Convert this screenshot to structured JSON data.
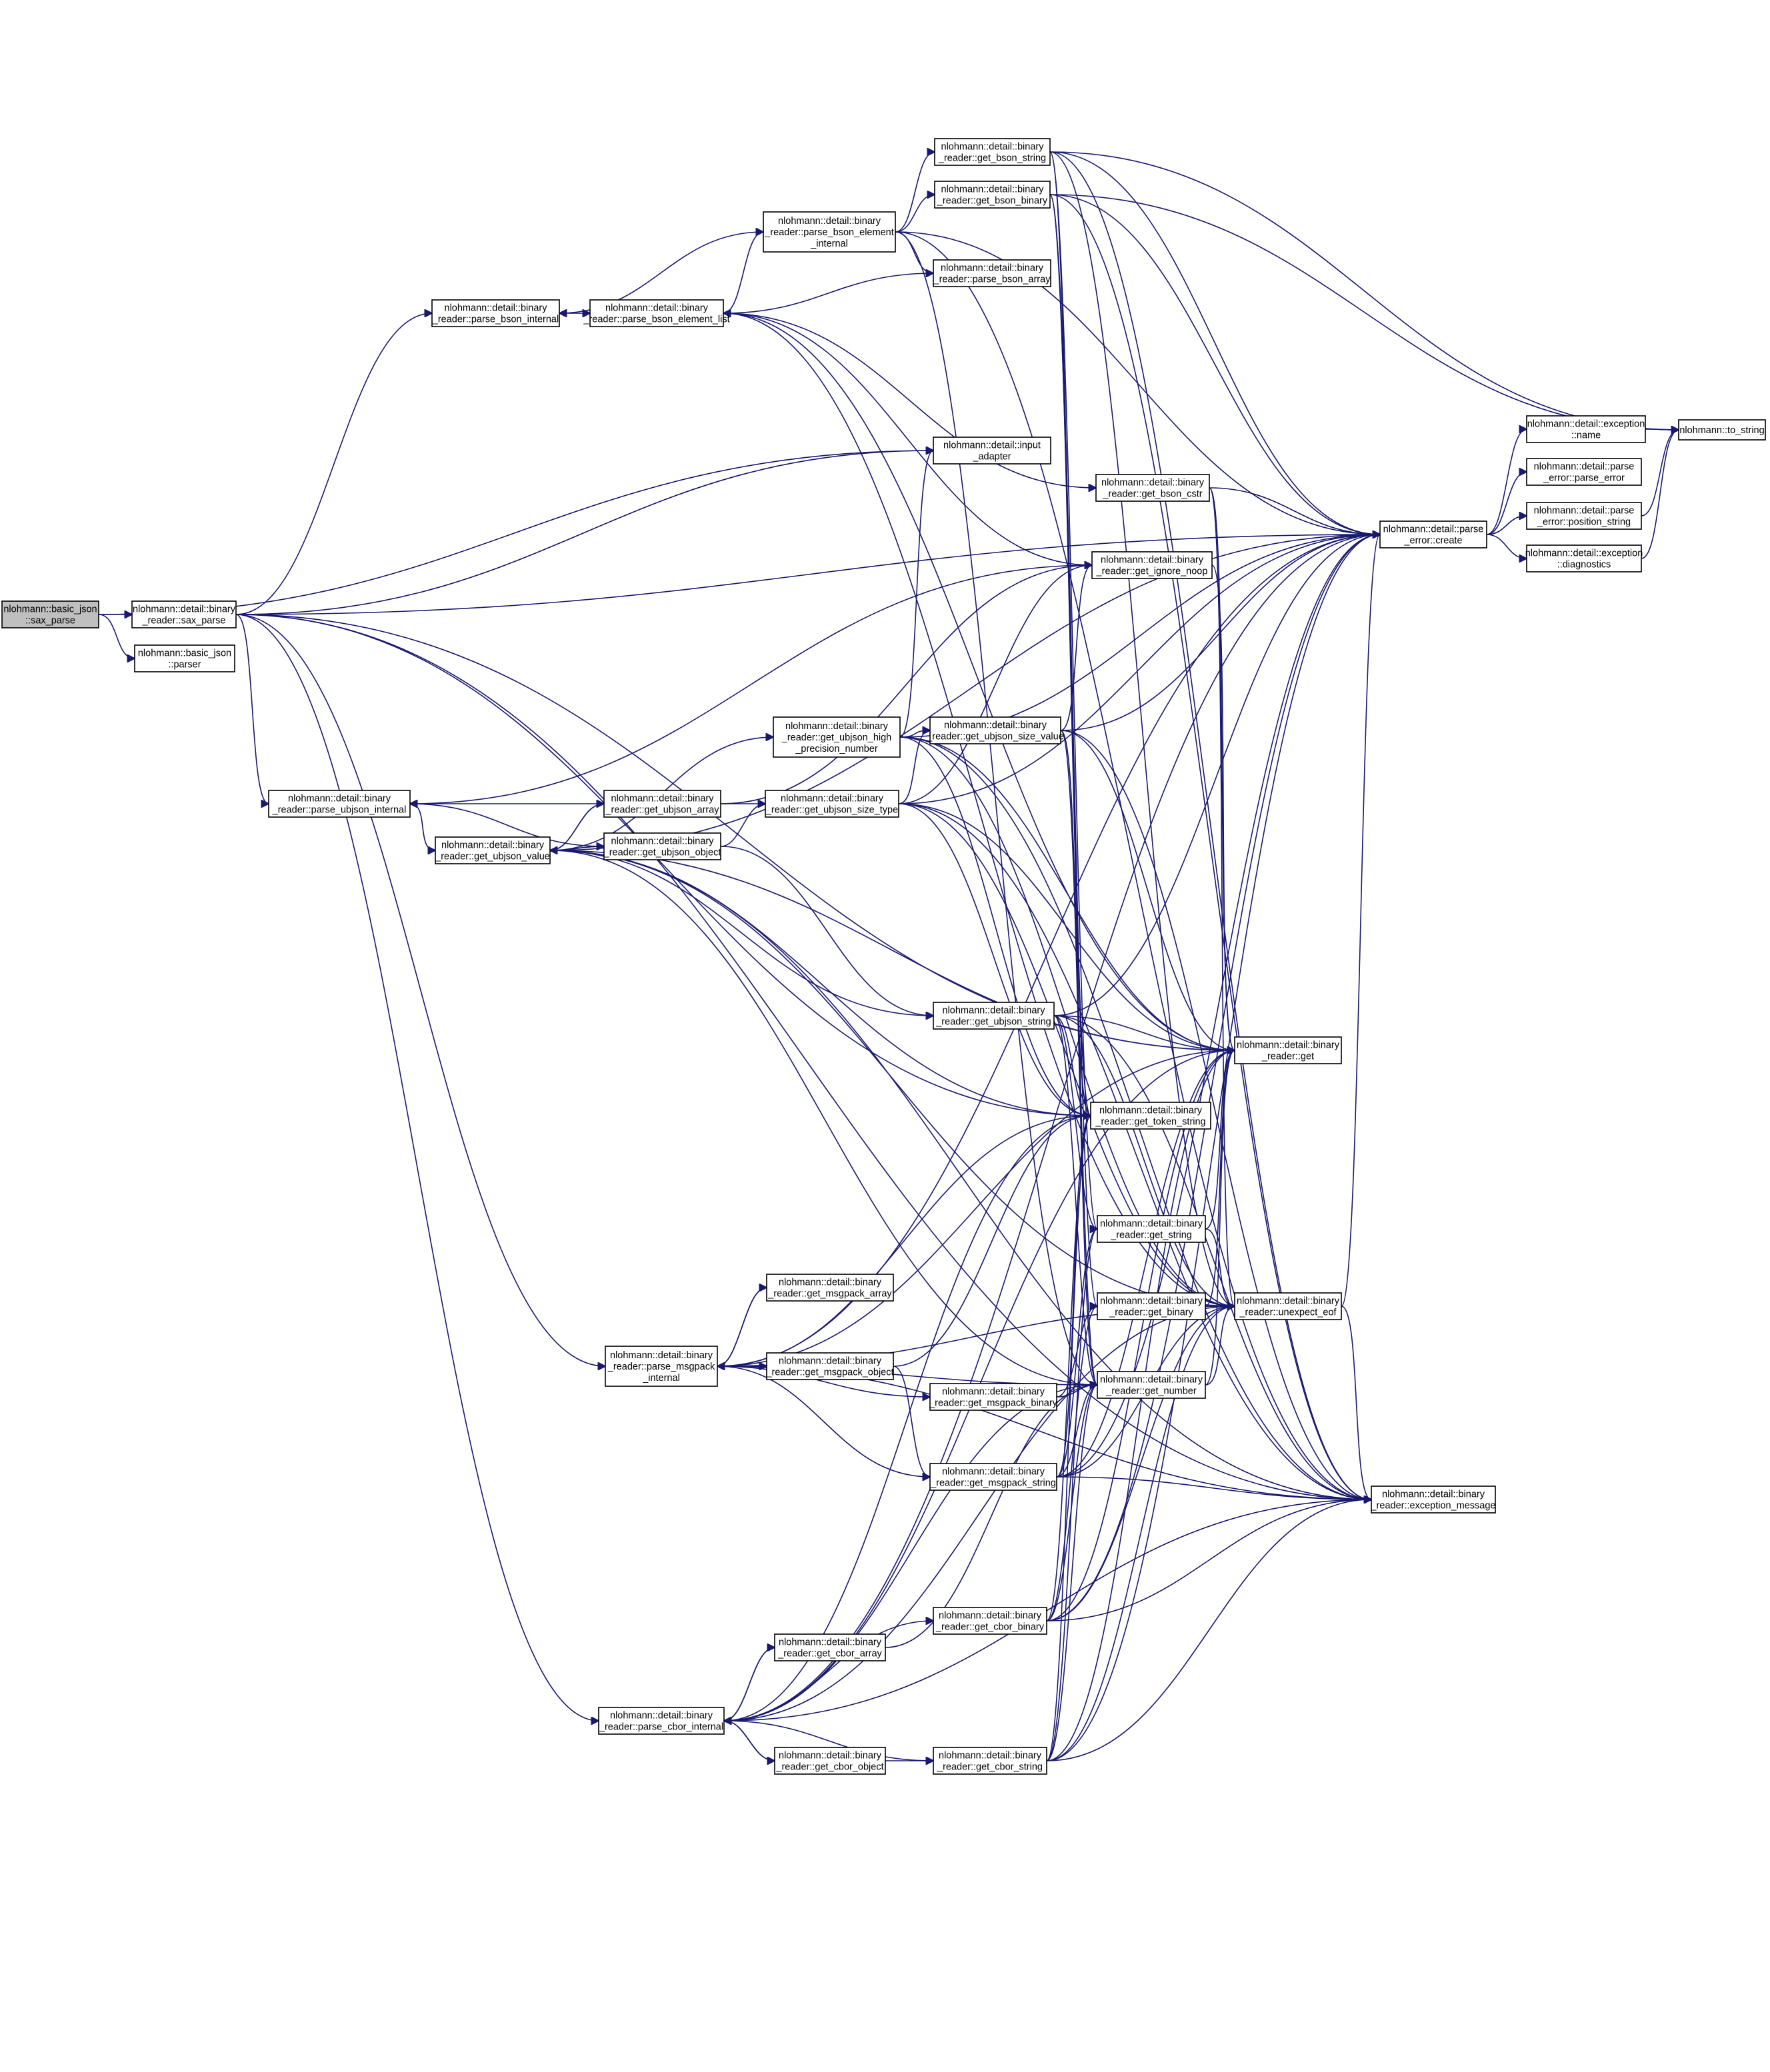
{
  "colors": {
    "edge": "#191970",
    "node_border": "#000000",
    "node_fill": "#ffffff",
    "root_fill": "#bfbfbf"
  },
  "nodes": [
    {
      "id": "sax_parse_json",
      "lines": [
        "nlohmann::basic_json",
        "::sax_parse"
      ],
      "root": true
    },
    {
      "id": "br_sax_parse",
      "lines": [
        "nlohmann::detail::binary",
        "_reader::sax_parse"
      ]
    },
    {
      "id": "basic_json_parser",
      "lines": [
        "nlohmann::basic_json",
        "::parser"
      ]
    },
    {
      "id": "parse_bson_internal",
      "lines": [
        "nlohmann::detail::binary",
        "_reader::parse_bson_internal"
      ]
    },
    {
      "id": "parse_bson_element_list",
      "lines": [
        "nlohmann::detail::binary",
        "_reader::parse_bson_element_list"
      ]
    },
    {
      "id": "parse_bson_element_internal",
      "lines": [
        "nlohmann::detail::binary",
        "_reader::parse_bson_element",
        "_internal"
      ]
    },
    {
      "id": "parse_bson_array",
      "lines": [
        "nlohmann::detail::binary",
        "_reader::parse_bson_array"
      ]
    },
    {
      "id": "get_bson_string",
      "lines": [
        "nlohmann::detail::binary",
        "_reader::get_bson_string"
      ]
    },
    {
      "id": "get_bson_binary",
      "lines": [
        "nlohmann::detail::binary",
        "_reader::get_bson_binary"
      ]
    },
    {
      "id": "input_adapter",
      "lines": [
        "nlohmann::detail::input",
        "_adapter"
      ]
    },
    {
      "id": "get_bson_cstr",
      "lines": [
        "nlohmann::detail::binary",
        "_reader::get_bson_cstr"
      ]
    },
    {
      "id": "get_ignore_noop",
      "lines": [
        "nlohmann::detail::binary",
        "_reader::get_ignore_noop"
      ]
    },
    {
      "id": "parse_error_create",
      "lines": [
        "nlohmann::detail::parse",
        "_error::create"
      ]
    },
    {
      "id": "exception_name",
      "lines": [
        "nlohmann::detail::exception",
        "::name"
      ]
    },
    {
      "id": "to_string",
      "lines": [
        "nlohmann::to_string"
      ]
    },
    {
      "id": "parse_error_parse_error",
      "lines": [
        "nlohmann::detail::parse",
        "_error::parse_error"
      ]
    },
    {
      "id": "position_string",
      "lines": [
        "nlohmann::detail::parse",
        "_error::position_string"
      ]
    },
    {
      "id": "exception_diagnostics",
      "lines": [
        "nlohmann::detail::exception",
        "::diagnostics"
      ]
    },
    {
      "id": "parse_ubjson_internal",
      "lines": [
        "nlohmann::detail::binary",
        "_reader::parse_ubjson_internal"
      ]
    },
    {
      "id": "get_ubjson_value",
      "lines": [
        "nlohmann::detail::binary",
        "_reader::get_ubjson_value"
      ]
    },
    {
      "id": "get_ubjson_array",
      "lines": [
        "nlohmann::detail::binary",
        "_reader::get_ubjson_array"
      ]
    },
    {
      "id": "get_ubjson_object",
      "lines": [
        "nlohmann::detail::binary",
        "_reader::get_ubjson_object"
      ]
    },
    {
      "id": "get_ubjson_high_precision",
      "lines": [
        "nlohmann::detail::binary",
        "_reader::get_ubjson_high",
        "_precision_number"
      ]
    },
    {
      "id": "get_ubjson_size_type",
      "lines": [
        "nlohmann::detail::binary",
        "_reader::get_ubjson_size_type"
      ]
    },
    {
      "id": "get_ubjson_size_value",
      "lines": [
        "nlohmann::detail::binary",
        "_reader::get_ubjson_size_value"
      ]
    },
    {
      "id": "get_ubjson_string",
      "lines": [
        "nlohmann::detail::binary",
        "_reader::get_ubjson_string"
      ]
    },
    {
      "id": "br_get",
      "lines": [
        "nlohmann::detail::binary",
        "_reader::get"
      ]
    },
    {
      "id": "get_token_string",
      "lines": [
        "nlohmann::detail::binary",
        "_reader::get_token_string"
      ]
    },
    {
      "id": "get_string",
      "lines": [
        "nlohmann::detail::binary",
        "_reader::get_string"
      ]
    },
    {
      "id": "get_binary",
      "lines": [
        "nlohmann::detail::binary",
        "_reader::get_binary"
      ]
    },
    {
      "id": "unexpect_eof",
      "lines": [
        "nlohmann::detail::binary",
        "_reader::unexpect_eof"
      ]
    },
    {
      "id": "get_number",
      "lines": [
        "nlohmann::detail::binary",
        "_reader::get_number"
      ]
    },
    {
      "id": "exception_message",
      "lines": [
        "nlohmann::detail::binary",
        "_reader::exception_message"
      ]
    },
    {
      "id": "parse_msgpack_internal",
      "lines": [
        "nlohmann::detail::binary",
        "_reader::parse_msgpack",
        "_internal"
      ]
    },
    {
      "id": "get_msgpack_array",
      "lines": [
        "nlohmann::detail::binary",
        "_reader::get_msgpack_array"
      ]
    },
    {
      "id": "get_msgpack_object",
      "lines": [
        "nlohmann::detail::binary",
        "_reader::get_msgpack_object"
      ]
    },
    {
      "id": "get_msgpack_binary",
      "lines": [
        "nlohmann::detail::binary",
        "_reader::get_msgpack_binary"
      ]
    },
    {
      "id": "get_msgpack_string",
      "lines": [
        "nlohmann::detail::binary",
        "_reader::get_msgpack_string"
      ]
    },
    {
      "id": "get_cbor_binary",
      "lines": [
        "nlohmann::detail::binary",
        "_reader::get_cbor_binary"
      ]
    },
    {
      "id": "get_cbor_array",
      "lines": [
        "nlohmann::detail::binary",
        "_reader::get_cbor_array"
      ]
    },
    {
      "id": "parse_cbor_internal",
      "lines": [
        "nlohmann::detail::binary",
        "_reader::parse_cbor_internal"
      ]
    },
    {
      "id": "get_cbor_object",
      "lines": [
        "nlohmann::detail::binary",
        "_reader::get_cbor_object"
      ]
    },
    {
      "id": "get_cbor_string",
      "lines": [
        "nlohmann::detail::binary",
        "_reader::get_cbor_string"
      ]
    }
  ],
  "edges": [
    [
      "sax_parse_json",
      "br_sax_parse"
    ],
    [
      "sax_parse_json",
      "basic_json_parser"
    ],
    [
      "sax_parse_json",
      "input_adapter"
    ],
    [
      "br_sax_parse",
      "parse_bson_internal"
    ],
    [
      "br_sax_parse",
      "parse_ubjson_internal"
    ],
    [
      "br_sax_parse",
      "parse_msgpack_internal"
    ],
    [
      "br_sax_parse",
      "parse_cbor_internal"
    ],
    [
      "br_sax_parse",
      "parse_error_create"
    ],
    [
      "br_sax_parse",
      "get_token_string"
    ],
    [
      "br_sax_parse",
      "br_get"
    ],
    [
      "br_sax_parse",
      "exception_message"
    ],
    [
      "br_sax_parse",
      "input_adapter"
    ],
    [
      "parse_bson_internal",
      "parse_bson_element_list"
    ],
    [
      "parse_bson_element_list",
      "parse_bson_element_internal"
    ],
    [
      "parse_bson_element_list",
      "get_bson_cstr"
    ],
    [
      "parse_bson_element_list",
      "get_ignore_noop"
    ],
    [
      "parse_bson_element_list",
      "br_get"
    ],
    [
      "parse_bson_element_list",
      "unexpect_eof"
    ],
    [
      "parse_bson_element_internal",
      "get_bson_string"
    ],
    [
      "parse_bson_element_internal",
      "get_bson_binary"
    ],
    [
      "parse_bson_element_internal",
      "parse_bson_array"
    ],
    [
      "parse_bson_element_internal",
      "parse_bson_internal"
    ],
    [
      "parse_bson_element_internal",
      "parse_error_create"
    ],
    [
      "parse_bson_element_internal",
      "get_number"
    ],
    [
      "parse_bson_element_internal",
      "exception_message"
    ],
    [
      "parse_bson_array",
      "parse_bson_element_list"
    ],
    [
      "get_bson_string",
      "to_string"
    ],
    [
      "get_bson_string",
      "parse_error_create"
    ],
    [
      "get_bson_string",
      "get_token_string"
    ],
    [
      "get_bson_string",
      "get_string"
    ],
    [
      "get_bson_string",
      "exception_message"
    ],
    [
      "get_bson_string",
      "unexpect_eof"
    ],
    [
      "get_bson_binary",
      "to_string"
    ],
    [
      "get_bson_binary",
      "parse_error_create"
    ],
    [
      "get_bson_binary",
      "get_binary"
    ],
    [
      "get_bson_binary",
      "get_number"
    ],
    [
      "get_bson_binary",
      "get_token_string"
    ],
    [
      "get_bson_binary",
      "exception_message"
    ],
    [
      "get_bson_cstr",
      "br_get"
    ],
    [
      "get_bson_cstr",
      "unexpect_eof"
    ],
    [
      "get_bson_cstr",
      "parse_error_create"
    ],
    [
      "get_ignore_noop",
      "br_get"
    ],
    [
      "parse_error_create",
      "exception_name"
    ],
    [
      "parse_error_create",
      "parse_error_parse_error"
    ],
    [
      "parse_error_create",
      "position_string"
    ],
    [
      "parse_error_create",
      "exception_diagnostics"
    ],
    [
      "exception_name",
      "to_string"
    ],
    [
      "position_string",
      "to_string"
    ],
    [
      "exception_diagnostics",
      "to_string"
    ],
    [
      "parse_ubjson_internal",
      "get_ubjson_value"
    ],
    [
      "parse_ubjson_internal",
      "get_ignore_noop"
    ],
    [
      "get_ubjson_value",
      "get_ubjson_array"
    ],
    [
      "get_ubjson_value",
      "get_ubjson_object"
    ],
    [
      "get_ubjson_value",
      "get_ubjson_high_precision"
    ],
    [
      "get_ubjson_value",
      "get_ubjson_string"
    ],
    [
      "get_ubjson_value",
      "get_token_string"
    ],
    [
      "get_ubjson_value",
      "br_get"
    ],
    [
      "get_ubjson_value",
      "unexpect_eof"
    ],
    [
      "get_ubjson_value",
      "get_number"
    ],
    [
      "get_ubjson_value",
      "exception_message"
    ],
    [
      "get_ubjson_value",
      "parse_error_create"
    ],
    [
      "get_ubjson_array",
      "parse_ubjson_internal"
    ],
    [
      "get_ubjson_array",
      "get_ubjson_value"
    ],
    [
      "get_ubjson_array",
      "get_ubjson_size_type"
    ],
    [
      "get_ubjson_array",
      "get_ignore_noop"
    ],
    [
      "get_ubjson_object",
      "parse_ubjson_internal"
    ],
    [
      "get_ubjson_object",
      "get_ubjson_value"
    ],
    [
      "get_ubjson_object",
      "get_ubjson_size_type"
    ],
    [
      "get_ubjson_object",
      "get_ubjson_string"
    ],
    [
      "get_ubjson_high_precision",
      "input_adapter"
    ],
    [
      "get_ubjson_high_precision",
      "get_ubjson_size_value"
    ],
    [
      "get_ubjson_high_precision",
      "parse_error_create"
    ],
    [
      "get_ubjson_high_precision",
      "unexpect_eof"
    ],
    [
      "get_ubjson_high_precision",
      "br_get"
    ],
    [
      "get_ubjson_high_precision",
      "get_token_string"
    ],
    [
      "get_ubjson_high_precision",
      "exception_message"
    ],
    [
      "get_ubjson_size_type",
      "get_ubjson_size_value"
    ],
    [
      "get_ubjson_size_type",
      "get_ignore_noop"
    ],
    [
      "get_ubjson_size_type",
      "br_get"
    ],
    [
      "get_ubjson_size_type",
      "unexpect_eof"
    ],
    [
      "get_ubjson_size_type",
      "parse_error_create"
    ],
    [
      "get_ubjson_size_type",
      "get_token_string"
    ],
    [
      "get_ubjson_size_type",
      "exception_message"
    ],
    [
      "get_ubjson_size_value",
      "get_ignore_noop"
    ],
    [
      "get_ubjson_size_value",
      "get_number"
    ],
    [
      "get_ubjson_size_value",
      "parse_error_create"
    ],
    [
      "get_ubjson_size_value",
      "get_token_string"
    ],
    [
      "get_ubjson_size_value",
      "exception_message"
    ],
    [
      "get_ubjson_size_value",
      "br_get"
    ],
    [
      "get_ubjson_string",
      "br_get"
    ],
    [
      "get_ubjson_string",
      "get_token_string"
    ],
    [
      "get_ubjson_string",
      "get_string"
    ],
    [
      "get_ubjson_string",
      "get_number"
    ],
    [
      "get_ubjson_string",
      "unexpect_eof"
    ],
    [
      "get_ubjson_string",
      "parse_error_create"
    ],
    [
      "get_ubjson_string",
      "exception_message"
    ],
    [
      "get_string",
      "unexpect_eof"
    ],
    [
      "get_string",
      "br_get"
    ],
    [
      "get_binary",
      "unexpect_eof"
    ],
    [
      "get_binary",
      "br_get"
    ],
    [
      "get_number",
      "unexpect_eof"
    ],
    [
      "get_number",
      "br_get"
    ],
    [
      "unexpect_eof",
      "parse_error_create"
    ],
    [
      "unexpect_eof",
      "exception_message"
    ],
    [
      "parse_msgpack_internal",
      "get_msgpack_array"
    ],
    [
      "parse_msgpack_internal",
      "get_msgpack_object"
    ],
    [
      "parse_msgpack_internal",
      "get_msgpack_binary"
    ],
    [
      "parse_msgpack_internal",
      "get_msgpack_string"
    ],
    [
      "parse_msgpack_internal",
      "get_number"
    ],
    [
      "parse_msgpack_internal",
      "unexpect_eof"
    ],
    [
      "parse_msgpack_internal",
      "get_token_string"
    ],
    [
      "parse_msgpack_internal",
      "br_get"
    ],
    [
      "parse_msgpack_internal",
      "exception_message"
    ],
    [
      "parse_msgpack_internal",
      "parse_error_create"
    ],
    [
      "get_msgpack_array",
      "parse_msgpack_internal"
    ],
    [
      "get_msgpack_object",
      "parse_msgpack_internal"
    ],
    [
      "get_msgpack_object",
      "get_msgpack_string"
    ],
    [
      "get_msgpack_object",
      "get_token_string"
    ],
    [
      "get_msgpack_binary",
      "get_binary"
    ],
    [
      "get_msgpack_binary",
      "get_number"
    ],
    [
      "get_msgpack_string",
      "get_string"
    ],
    [
      "get_msgpack_string",
      "get_number"
    ],
    [
      "get_msgpack_string",
      "unexpect_eof"
    ],
    [
      "get_msgpack_string",
      "br_get"
    ],
    [
      "get_msgpack_string",
      "get_token_string"
    ],
    [
      "get_msgpack_string",
      "exception_message"
    ],
    [
      "get_msgpack_string",
      "parse_error_create"
    ],
    [
      "parse_cbor_internal",
      "get_cbor_array"
    ],
    [
      "parse_cbor_internal",
      "get_cbor_object"
    ],
    [
      "parse_cbor_internal",
      "get_cbor_binary"
    ],
    [
      "parse_cbor_internal",
      "get_cbor_string"
    ],
    [
      "parse_cbor_internal",
      "get_number"
    ],
    [
      "parse_cbor_internal",
      "unexpect_eof"
    ],
    [
      "parse_cbor_internal",
      "br_get"
    ],
    [
      "parse_cbor_internal",
      "get_token_string"
    ],
    [
      "parse_cbor_internal",
      "exception_message"
    ],
    [
      "parse_cbor_internal",
      "parse_error_create"
    ],
    [
      "get_cbor_array",
      "parse_cbor_internal"
    ],
    [
      "get_cbor_array",
      "get_number"
    ],
    [
      "get_cbor_object",
      "parse_cbor_internal"
    ],
    [
      "get_cbor_object",
      "get_cbor_string"
    ],
    [
      "get_cbor_binary",
      "get_binary"
    ],
    [
      "get_cbor_binary",
      "get_number"
    ],
    [
      "get_cbor_binary",
      "unexpect_eof"
    ],
    [
      "get_cbor_binary",
      "br_get"
    ],
    [
      "get_cbor_binary",
      "get_token_string"
    ],
    [
      "get_cbor_binary",
      "exception_message"
    ],
    [
      "get_cbor_binary",
      "parse_error_create"
    ],
    [
      "get_cbor_string",
      "get_string"
    ],
    [
      "get_cbor_string",
      "get_number"
    ],
    [
      "get_cbor_string",
      "unexpect_eof"
    ],
    [
      "get_cbor_string",
      "br_get"
    ],
    [
      "get_cbor_string",
      "get_token_string"
    ],
    [
      "get_cbor_string",
      "exception_message"
    ],
    [
      "get_cbor_string",
      "parse_error_create"
    ]
  ]
}
